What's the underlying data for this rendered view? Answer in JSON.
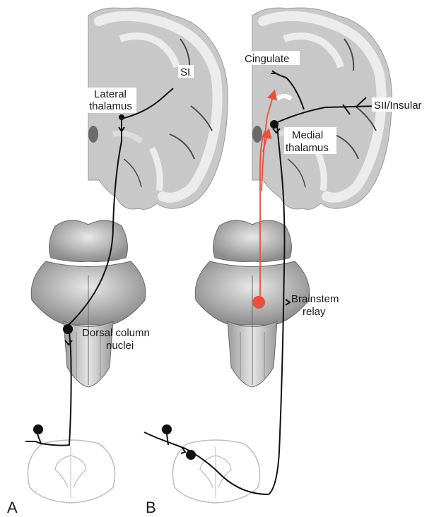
{
  "panels": {
    "a": {
      "letter": "A"
    },
    "b": {
      "letter": "B"
    }
  },
  "labels": {
    "si": "SI",
    "lateral_thalamus_1": "Lateral",
    "lateral_thalamus_2": "thalamus",
    "dorsal_column_1": "Dorsal column",
    "dorsal_column_2": "nuclei",
    "cingulate": "Cingulate",
    "sii_insular": "SII/Insular",
    "medial_thalamus_1": "Medial",
    "medial_thalamus_2": "thalamus",
    "brainstem_relay_1": "Brainstem",
    "brainstem_relay_2": "relay"
  },
  "colors": {
    "pathway_black": "#111111",
    "pathway_red": "#e8503c",
    "brain_gray": "#c9c9c9",
    "brain_dark": "#8e8e8e",
    "cord_outline": "#bdbdbd"
  }
}
